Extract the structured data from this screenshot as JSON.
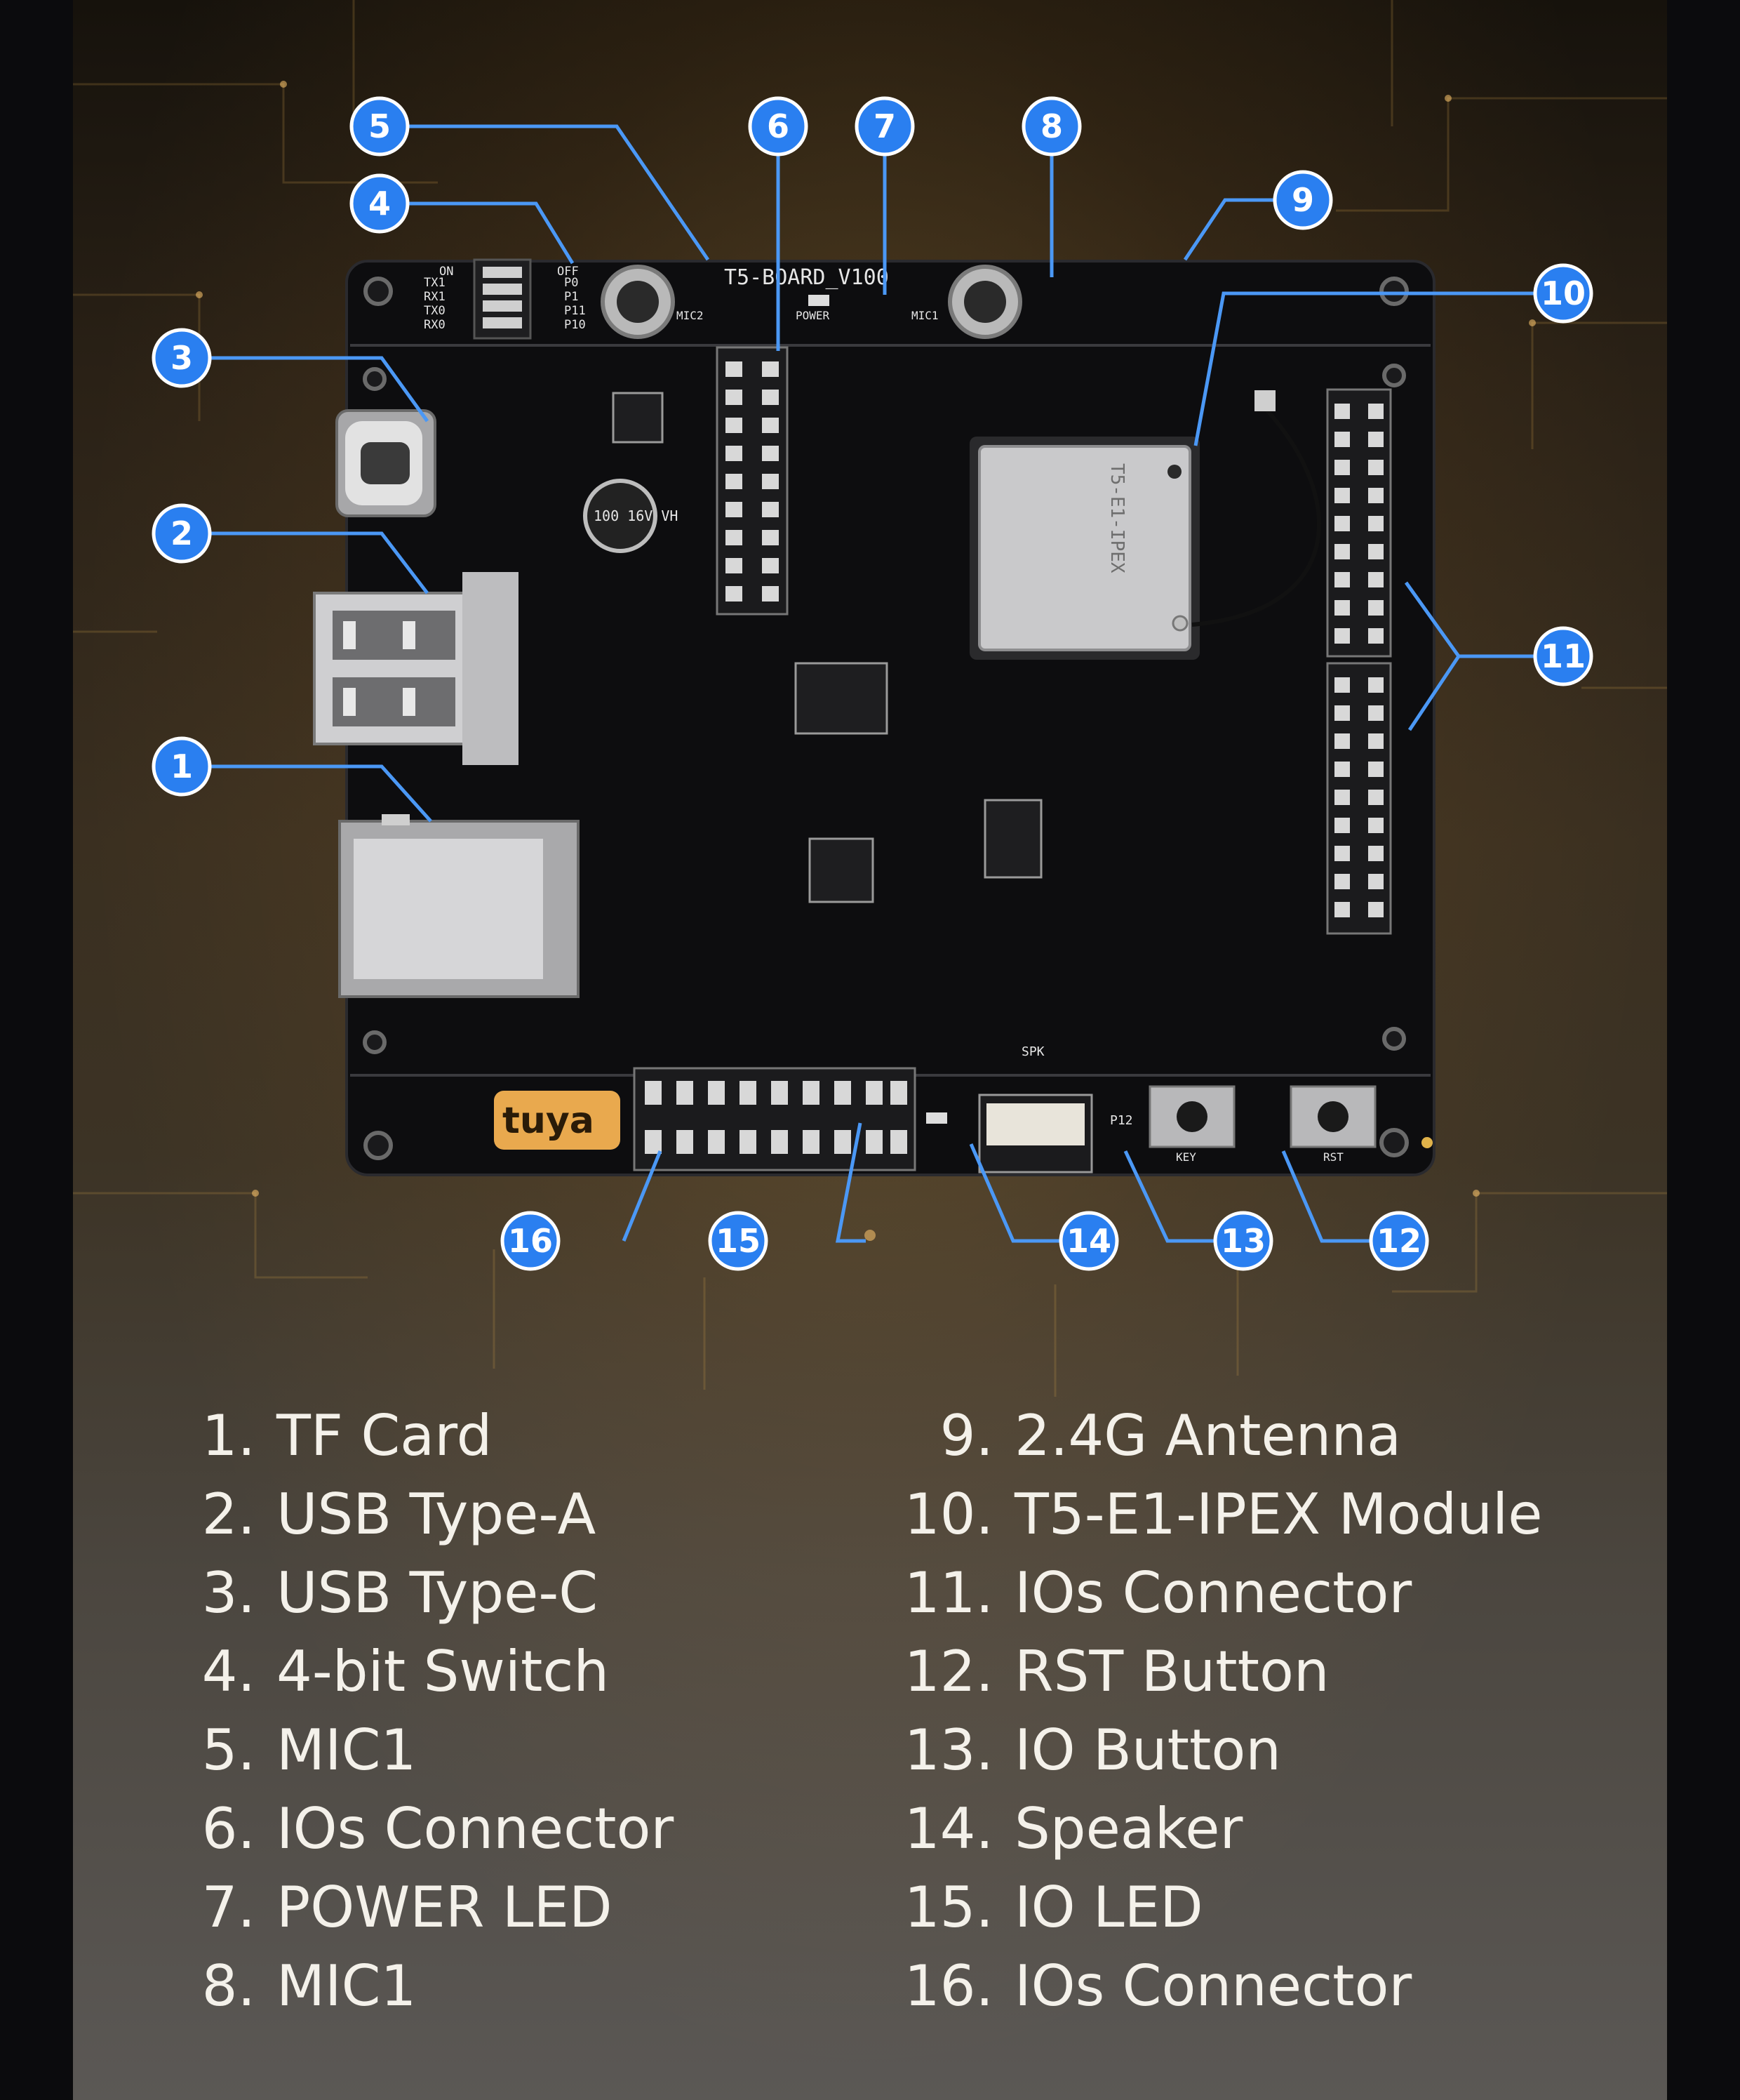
{
  "board": {
    "silk_title": "T5-BOARD_V100",
    "silk_power": "POWER",
    "silk_mic1": "MIC1",
    "silk_mic2": "MIC2",
    "silk_spk": "SPK",
    "silk_key": "KEY",
    "silk_rst": "RST",
    "silk_p12": "P12",
    "silk_switch_left": [
      "ON",
      "TX1",
      "RX1",
      "TX0",
      "RX0"
    ],
    "silk_switch_right": [
      "OFF",
      "P0",
      "P1",
      "P11",
      "P10"
    ],
    "module_model": "T5-E1-IPEX",
    "capacitor": "100 16V VH",
    "logo": "tuya"
  },
  "callouts": [
    "1",
    "2",
    "3",
    "4",
    "5",
    "6",
    "7",
    "8",
    "9",
    "10",
    "11",
    "12",
    "13",
    "14",
    "15",
    "16"
  ],
  "legend": {
    "left": [
      {
        "num": "1.",
        "label": "TF Card"
      },
      {
        "num": "2.",
        "label": "USB Type-A"
      },
      {
        "num": "3.",
        "label": "USB Type-C"
      },
      {
        "num": "4.",
        "label": "4-bit Switch"
      },
      {
        "num": "5.",
        "label": "MIC1"
      },
      {
        "num": "6.",
        "label": "IOs Connector"
      },
      {
        "num": "7.",
        "label": "POWER LED"
      },
      {
        "num": "8.",
        "label": "MIC1"
      }
    ],
    "right": [
      {
        "num": "9.",
        "label": "2.4G Antenna"
      },
      {
        "num": "10.",
        "label": "T5-E1-IPEX Module"
      },
      {
        "num": "11.",
        "label": "IOs Connector"
      },
      {
        "num": "12.",
        "label": "RST Button"
      },
      {
        "num": "13.",
        "label": "IO Button"
      },
      {
        "num": "14.",
        "label": "Speaker"
      },
      {
        "num": "15.",
        "label": "IO LED"
      },
      {
        "num": "16.",
        "label": "IOs Connector"
      }
    ]
  },
  "colors": {
    "accent": "#2a7ff0",
    "callout_line": "#4b98f5",
    "pcb": "#0d0d0f",
    "text": "#f4f1ea"
  }
}
